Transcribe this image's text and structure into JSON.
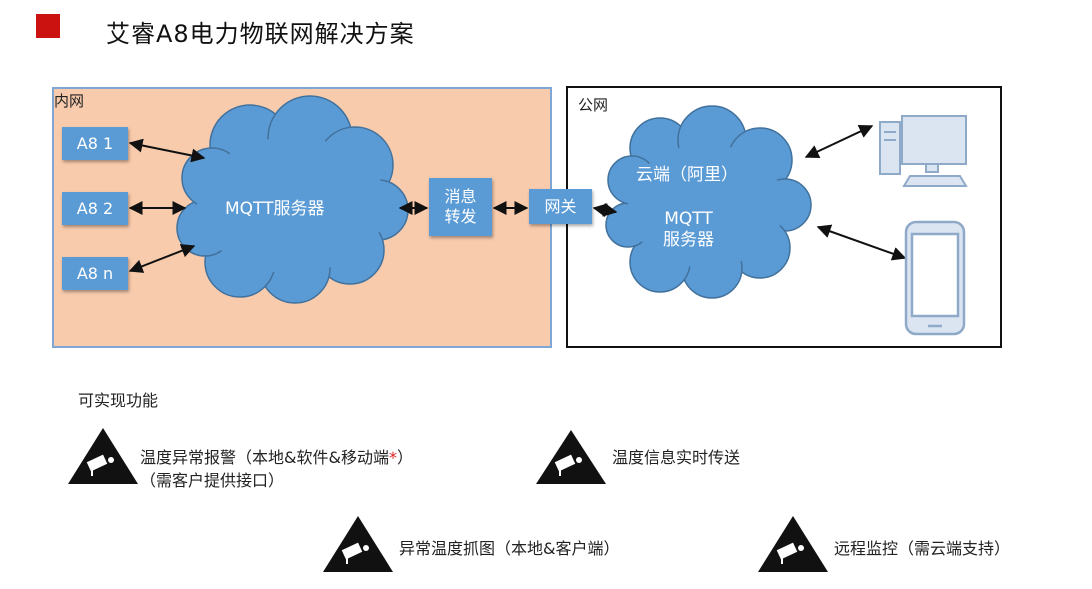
{
  "title": "艾睿A8电力物联网解决方案",
  "intranet": {
    "label": "内网"
  },
  "public_net": {
    "label": "公网"
  },
  "nodes": {
    "a8_1": "A8 1",
    "a8_2": "A8 2",
    "a8_n": "A8 n",
    "relay_line1": "消息",
    "relay_line2": "转发",
    "gateway": "网关"
  },
  "clouds": {
    "local_mqtt": "MQTT服务器",
    "cloud_ali": "云端（阿里）",
    "cloud_mqtt_line1": "MQTT",
    "cloud_mqtt_line2": "服务器"
  },
  "features": {
    "heading": "可实现功能",
    "f1_line1": "温度异常报警（本地&软件&移动端",
    "f1_asterisk": "*",
    "f1_close": "）",
    "f1_line2": "（需客户提供接口）",
    "f2": "温度信息实时传送",
    "f3": "异常温度抓图（本地&客户端）",
    "f4": "远程监控（需云端支持）"
  },
  "icons": {
    "desktop": "desktop-computer-icon",
    "phone": "mobile-phone-icon",
    "warning": "camera-warning-icon"
  },
  "colors": {
    "accent_red": "#cc1111",
    "node_blue": "#5b9bd5",
    "intranet_fill": "#f8cbad",
    "cloud_blue": "#5b9bd5"
  }
}
